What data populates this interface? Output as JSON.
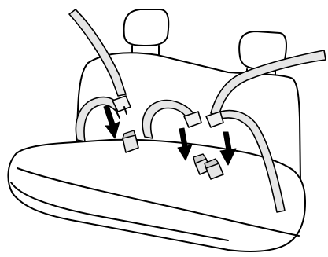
{
  "figure": {
    "subject": "rear-bench-seat-belt-illustration",
    "colors": {
      "outline": "#000000",
      "belt_fill": "#e6e6e6",
      "seat_fill": "#ffffff"
    },
    "parts": {
      "headrests": 2,
      "shoulder_belts": 3,
      "buckles": 3,
      "insertion_arrows": 3
    }
  }
}
